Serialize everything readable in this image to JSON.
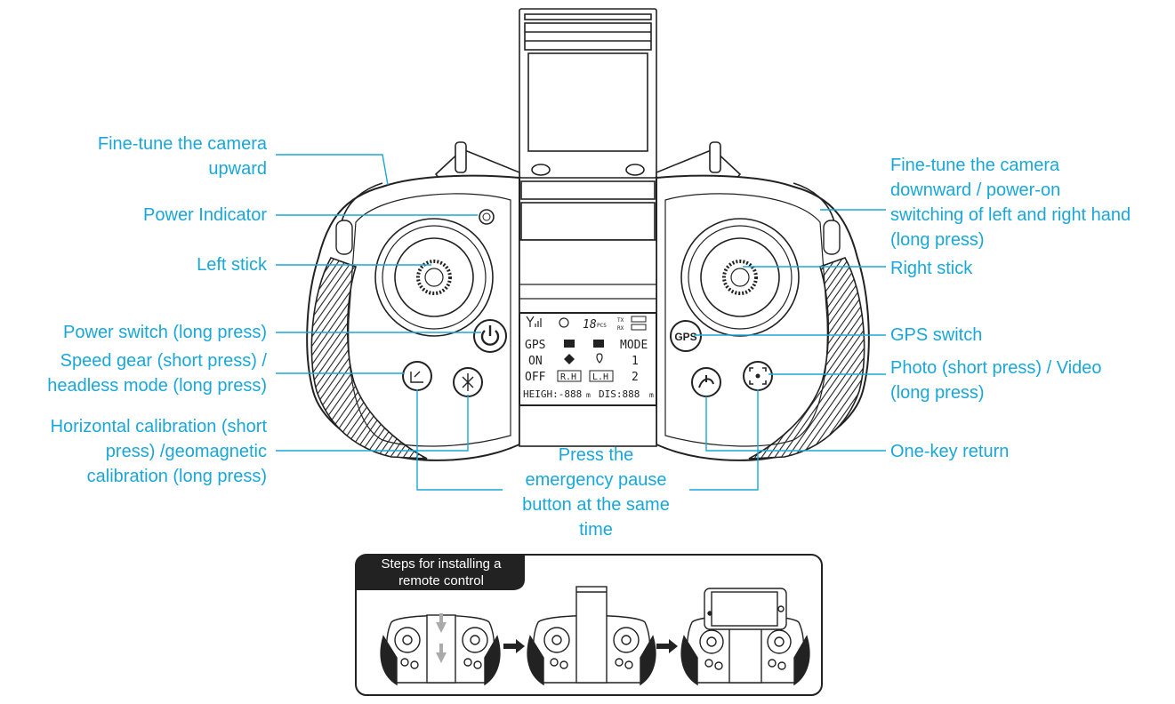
{
  "labels": {
    "fine_tune_up": [
      "Fine-tune the camera",
      "upward"
    ],
    "power_indicator": "Power Indicator",
    "left_stick": "Left stick",
    "power_switch": "Power switch (long press)",
    "speed_gear": [
      "Speed gear (short press) /",
      "headless mode (long press)"
    ],
    "horizontal_calibration": [
      "Horizontal calibration (short",
      "press) /geomagnetic",
      "calibration (long press)"
    ],
    "emergency_pause": [
      "Press the",
      "emergency pause",
      "button at the same",
      "time"
    ],
    "fine_tune_down": [
      "Fine-tune the camera",
      "downward / power-on",
      "switching of left and right hand",
      "(long press)"
    ],
    "right_stick": "Right stick",
    "gps_switch": "GPS switch",
    "photo_video": [
      "Photo (short press) / Video",
      "(long press)"
    ],
    "one_key_return": "One-key return"
  },
  "screen": {
    "row1": [
      "18",
      "PCS",
      "TX",
      "RX"
    ],
    "row2": [
      "GPS",
      "MODE"
    ],
    "row3": [
      "ON",
      "1"
    ],
    "row4": [
      "OFF",
      "R.H",
      "L.H",
      "2"
    ],
    "row5": [
      "HEIGH:-888",
      "m",
      "DIS:888",
      "m"
    ]
  },
  "buttons": {
    "gps": "GPS"
  },
  "steps": {
    "title": [
      "Steps for installing a",
      "remote control"
    ]
  },
  "colors": {
    "accent": "#1aa7d8",
    "line": "#222222",
    "panel": "#222222"
  }
}
